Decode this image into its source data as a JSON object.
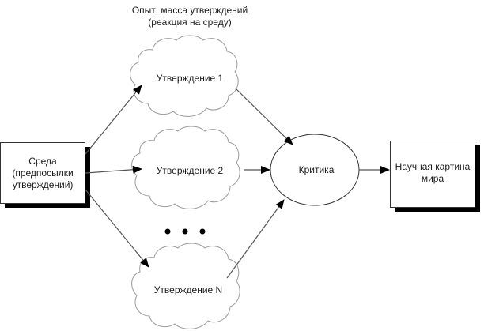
{
  "title_lines": [
    "Опыт: масса утверждений",
    "(реакция на среду)"
  ],
  "nodes": {
    "environment": {
      "lines": [
        "Среда",
        "(предпосылки",
        "утверждений)"
      ]
    },
    "statement_1": {
      "label": "Утверждение 1"
    },
    "statement_2": {
      "label": "Утверждение 2"
    },
    "statement_n": {
      "label": "Утверждение N"
    },
    "ellipsis": {
      "icon": "ellipsis-dots"
    },
    "critique": {
      "label": "Критика"
    },
    "world_picture": {
      "lines": [
        "Научная картина",
        "мира"
      ]
    }
  },
  "edges": [
    {
      "from": "environment",
      "to": "statement_1"
    },
    {
      "from": "environment",
      "to": "statement_2"
    },
    {
      "from": "environment",
      "to": "statement_n"
    },
    {
      "from": "statement_1",
      "to": "critique"
    },
    {
      "from": "statement_2",
      "to": "critique"
    },
    {
      "from": "statement_n",
      "to": "critique"
    },
    {
      "from": "critique",
      "to": "world_picture"
    }
  ],
  "colors": {
    "stroke": "#555555",
    "cloud_stroke": "#9a9a9a",
    "shadow": "#000000",
    "text": "#1a1a1a"
  }
}
